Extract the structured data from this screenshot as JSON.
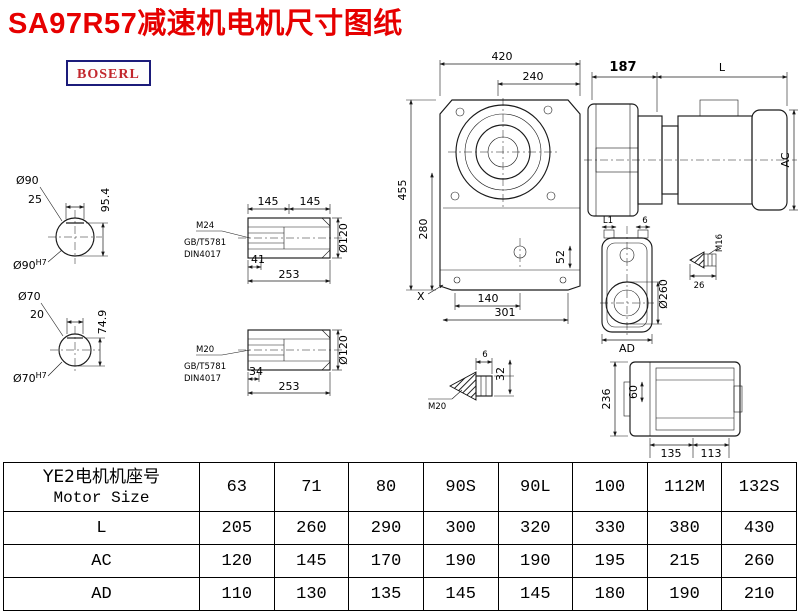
{
  "page": {
    "title": "SA97R57减速机电机尺寸图纸",
    "brand": "BOSERL"
  },
  "colors": {
    "title_red": "#e60000",
    "brand_border_navy": "#1b1b7a",
    "brand_text_red": "#c2262c",
    "line_black": "#1a1a1a"
  },
  "drawing": {
    "front_view": {
      "dim_width_top": "420",
      "dim_width_inner": "240",
      "dim_height": "455",
      "dim_height_inner": "280",
      "dim_foot": "52",
      "dim_bottom_inner": "140",
      "dim_bottom": "301",
      "x_mark": "X"
    },
    "motor_view": {
      "dim_flange": "187",
      "dim_length": "L",
      "dim_diameter": "AC"
    },
    "shaft_end_upper": {
      "dia_label": "Ø90",
      "key_width": "25",
      "key_height": "95.4",
      "bore_dia": "Ø90",
      "bore_fit": "H7"
    },
    "shaft_end_lower": {
      "dia_label": "Ø70",
      "key_width": "20",
      "key_height": "74.9",
      "bore_dia": "Ø70",
      "bore_fit": "H7"
    },
    "hollow_shaft_upper": {
      "dim_len_a": "145",
      "dim_len_b": "145",
      "dia_label": "Ø120",
      "thread": "M24",
      "standard_1": "GB/T5781",
      "standard_2": "DIN4017",
      "dim_bore": "41",
      "dim_total": "253"
    },
    "hollow_shaft_lower": {
      "dia_label": "Ø120",
      "thread": "M20",
      "standard_1": "GB/T5781",
      "standard_2": "DIN4017",
      "dim_bore": "34",
      "dim_total": "253"
    },
    "side_view": {
      "dim_l1": "L1",
      "dim_6": "6",
      "thread": "M16",
      "dim_26": "26",
      "dia_label": "Ø260",
      "dim_ad": "AD"
    },
    "plug_detail": {
      "thread": "M20",
      "dim_6": "6",
      "dim_32": "32"
    },
    "top_view": {
      "dim_height": "236",
      "dim_60": "60",
      "dim_135": "135",
      "dim_113": "113"
    }
  },
  "table": {
    "header": {
      "line1": "YE2电机机座号",
      "line2": "Motor Size"
    },
    "frame_sizes": [
      "63",
      "71",
      "80",
      "90S",
      "90L",
      "100",
      "112M",
      "132S"
    ],
    "rows": [
      {
        "label": "L",
        "values": [
          "205",
          "260",
          "290",
          "300",
          "320",
          "330",
          "380",
          "430"
        ]
      },
      {
        "label": "AC",
        "values": [
          "120",
          "145",
          "170",
          "190",
          "190",
          "195",
          "215",
          "260"
        ]
      },
      {
        "label": "AD",
        "values": [
          "110",
          "130",
          "135",
          "145",
          "145",
          "180",
          "190",
          "210"
        ]
      }
    ]
  }
}
